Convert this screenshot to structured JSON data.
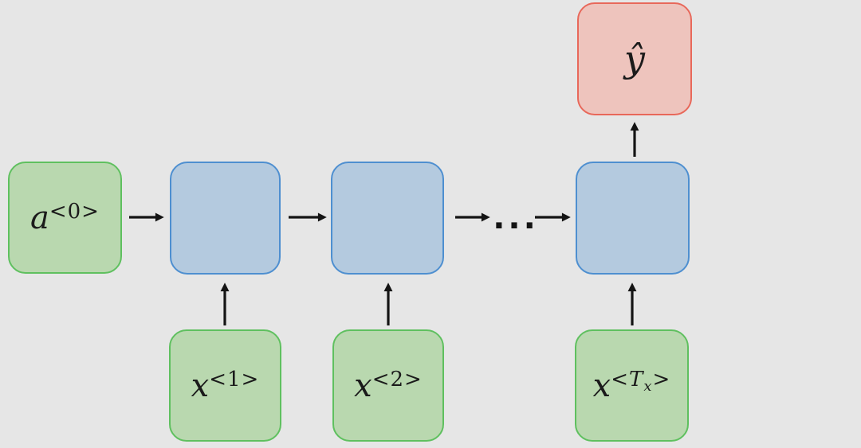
{
  "diagram": {
    "description": "Many-to-one recurrent neural network unrolled diagram",
    "background": "#e6e6e6",
    "colors": {
      "input_fill": "#b9d8af",
      "input_border": "#5fc05f",
      "cell_fill": "#b4cadf",
      "cell_border": "#4e8fd0",
      "output_fill": "#eec4bd",
      "output_border": "#e8685a",
      "arrow": "#141414",
      "text": "#1b1b1b"
    },
    "nodes": {
      "a0": {
        "base": "a",
        "sup": "<0>"
      },
      "x1": {
        "base": "x",
        "sup": "<1>"
      },
      "x2": {
        "base": "x",
        "sup": "<2>"
      },
      "xT": {
        "base": "x",
        "open": "<",
        "T": "T",
        "sub": "x",
        "close": ">"
      },
      "yhat": {
        "label": "ŷ"
      }
    },
    "ellipsis": "..."
  }
}
